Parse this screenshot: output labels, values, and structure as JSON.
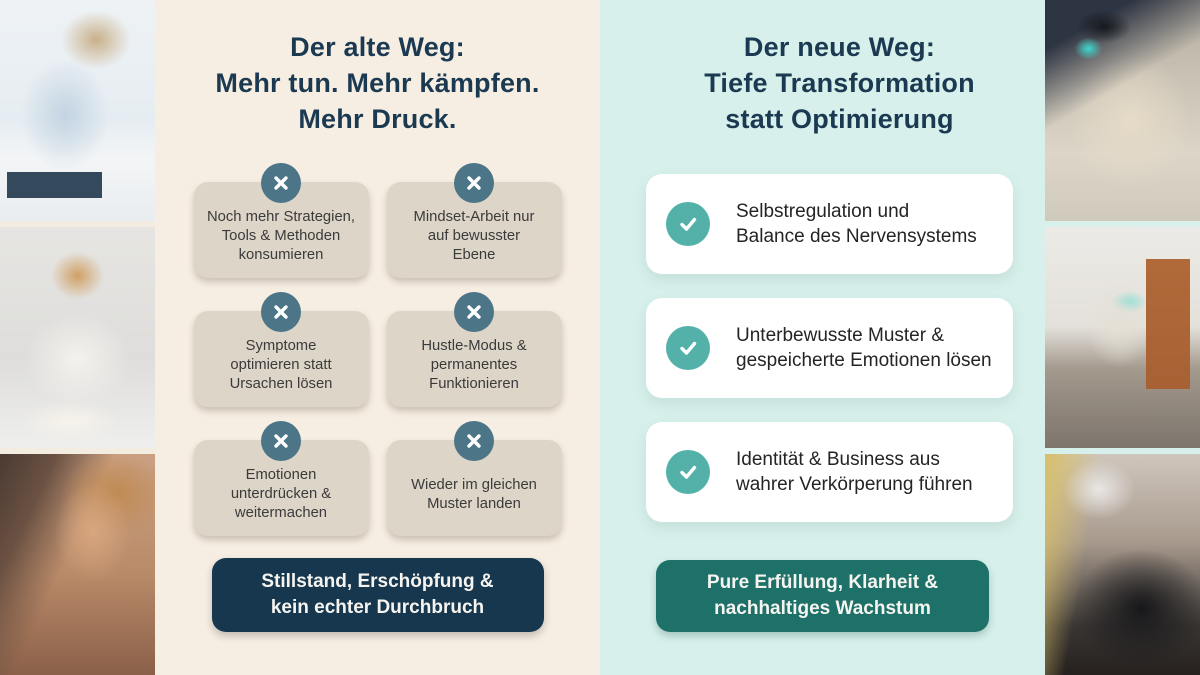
{
  "old_way": {
    "title": "Der alte Weg:\nMehr tun. Mehr kämpfen.\nMehr Druck.",
    "items": [
      {
        "text": "Noch mehr Strategien,\nTools & Methoden\nkonsumieren"
      },
      {
        "text": "Mindset-Arbeit nur\nauf bewusster\nEbene"
      },
      {
        "text": "Symptome\noptimieren statt\nUrsachen lösen"
      },
      {
        "text": "Hustle-Modus &\npermanentes\nFunktionieren"
      },
      {
        "text": "Emotionen\nunterdrücken &\nweitermachen"
      },
      {
        "text": "Wieder im gleichen\nMuster landen"
      }
    ],
    "banner": "Stillstand, Erschöpfung &\nkein echter Durchbruch",
    "icon": "x-icon"
  },
  "new_way": {
    "title": "Der neue Weg:\nTiefe Transformation\nstatt Optimierung",
    "items": [
      {
        "text": "Selbstregulation und\nBalance des Nervensystems"
      },
      {
        "text": "Unterbewusste Muster &\ngespeicherte Emotionen lösen"
      },
      {
        "text": "Identität & Business aus\nwahrer Verkörperung führen"
      }
    ],
    "banner": "Pure Erfüllung, Klarheit &\nnachhaltiges Wachstum",
    "icon": "check-icon"
  },
  "left_photos": [
    {
      "alt": "Gestresste Frau am Schreibtisch, Hand am Kopf"
    },
    {
      "alt": "Frau blickt nach oben, Hände im Nacken, zerknülltes Papier"
    },
    {
      "alt": "Besorgte Frau mit gefalteten Händen"
    }
  ],
  "right_photos": [
    {
      "alt": "Person liegt entspannt mit Augenmaske und Kopfhörern"
    },
    {
      "alt": "Begleiterin arbeitet mit liegender Person im Raum"
    },
    {
      "alt": "Körperarbeit-Session mit Kopfhörern in Nahaufnahme"
    }
  ],
  "colors": {
    "cream": "#f6eee3",
    "mint": "#d7f0eb",
    "navy": "#1b3a52",
    "card_beige": "#ddd5c8",
    "x_circle": "#4c7587",
    "check_circle": "#54b1a9",
    "banner_navy": "#17374e",
    "banner_teal": "#1e7168"
  }
}
